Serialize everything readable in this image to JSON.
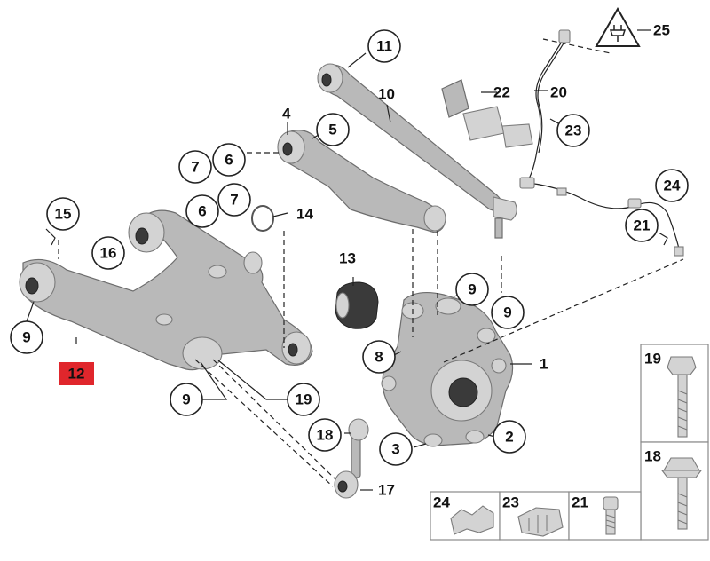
{
  "callouts": {
    "c1": "1",
    "c2": "2",
    "c3": "3",
    "c4": "4",
    "c5": "5",
    "c6a": "6",
    "c6b": "6",
    "c7a": "7",
    "c7b": "7",
    "c8": "8",
    "c9a": "9",
    "c9b": "9",
    "c9c": "9",
    "c9d": "9",
    "c10": "10",
    "c11": "11",
    "c12": "12",
    "c13": "13",
    "c14": "14",
    "c15": "15",
    "c16": "16",
    "c17": "17",
    "c18": "18",
    "c19": "19",
    "c20": "20",
    "c21": "21",
    "c22": "22",
    "c23": "23",
    "c24": "24",
    "c25": "25"
  },
  "panels": {
    "p19": "19",
    "p18": "18",
    "p24": "24",
    "p23": "23",
    "p21": "21"
  },
  "colors": {
    "highlight": "#e0262c",
    "part_fill": "#b9b9b9",
    "outline": "#222222"
  },
  "icons": {
    "warning": "electrical-warning-icon"
  }
}
